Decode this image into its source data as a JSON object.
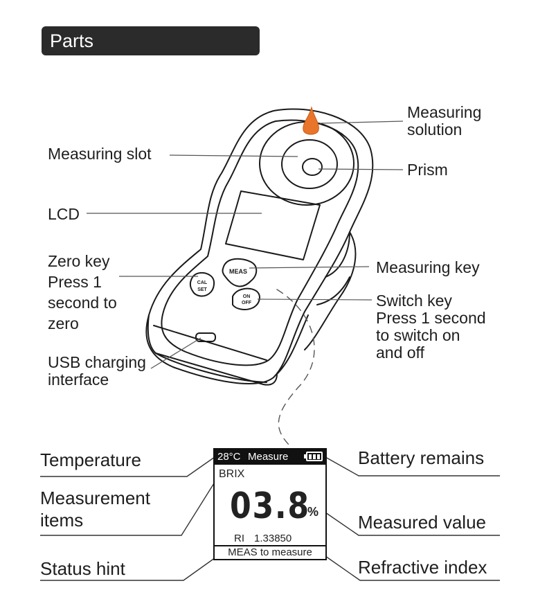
{
  "header": {
    "title": "Parts"
  },
  "device_labels": {
    "measuring_solution": [
      "Measuring",
      "solution"
    ],
    "measuring_slot": "Measuring slot",
    "prism": "Prism",
    "lcd": "LCD",
    "zero_key": [
      "Zero key",
      "Press 1",
      "second to",
      "zero"
    ],
    "measuring_key": "Measuring key",
    "switch_key": [
      "Switch key",
      "Press 1 second",
      "to switch on",
      "and off"
    ],
    "usb": [
      "USB charging",
      "interface"
    ]
  },
  "device_buttons": {
    "meas": "MEAS",
    "cal_top": "CAL",
    "cal_bottom": "SET",
    "on_top": "ON",
    "on_bottom": "OFF"
  },
  "screen": {
    "temperature": "28°C",
    "mode": "Measure",
    "item": "BRIX",
    "value": "03.8",
    "unit": "%",
    "ri_label": "RI",
    "ri_value": "1.33850",
    "hint": "MEAS to measure"
  },
  "screen_labels": {
    "temperature": "Temperature",
    "measurement_items": [
      "Measurement",
      "items"
    ],
    "status_hint": "Status hint",
    "battery": "Battery remains",
    "measured_value": "Measured value",
    "refractive_index": "Refractive index"
  },
  "colors": {
    "drop": "#e8752a",
    "header_bg": "#2b2b2b"
  }
}
